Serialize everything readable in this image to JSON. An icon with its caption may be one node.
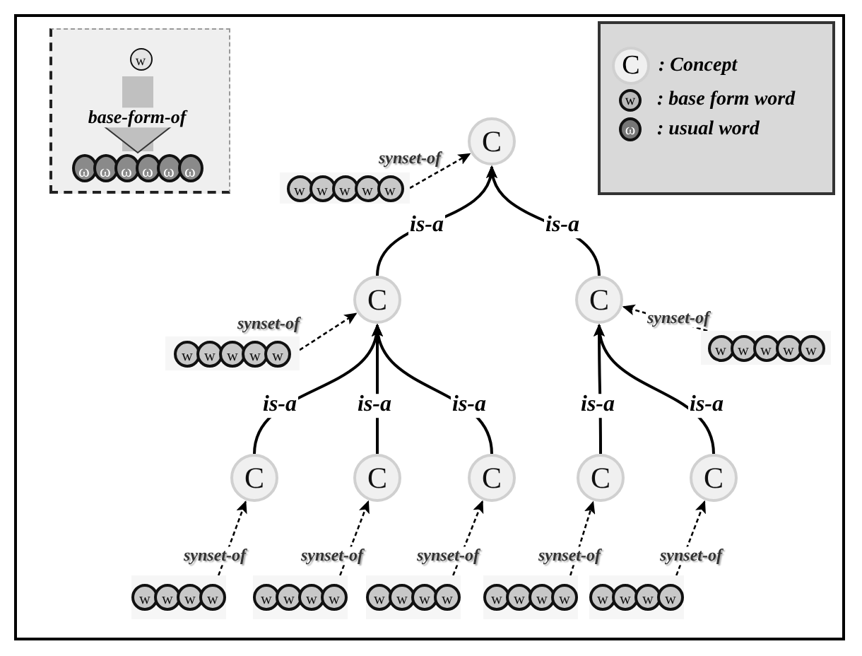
{
  "diagram": {
    "nodes": [
      {
        "text": [],
        "shape": "box"
      },
      {
        "text": [
          "w"
        ],
        "in": 0
      },
      {
        "text": [
          "ω",
          "ω",
          "ω",
          "ω",
          "ω",
          "ω"
        ],
        "in": 0
      },
      {
        "text": [
          "C"
        ]
      },
      {
        "text": [
          "w",
          "w",
          "w",
          "w",
          "w"
        ]
      },
      {
        "text": [
          "C"
        ]
      },
      {
        "text": [
          "w",
          "w",
          "w",
          "w",
          "w"
        ]
      },
      {
        "text": [
          "C"
        ]
      },
      {
        "text": [
          "w",
          "w",
          "w",
          "w",
          "w"
        ]
      },
      {
        "text": [
          "C"
        ]
      },
      {
        "text": [
          "w",
          "w",
          "w",
          "w"
        ]
      },
      {
        "text": [
          "C"
        ]
      },
      {
        "text": [
          "w",
          "w",
          "w",
          "w"
        ]
      },
      {
        "text": [
          "C"
        ]
      },
      {
        "text": [
          "w",
          "w",
          "w",
          "w"
        ]
      },
      {
        "text": [
          "C"
        ]
      },
      {
        "text": [
          "w",
          "w",
          "w",
          "w"
        ]
      },
      {
        "text": [
          "C"
        ]
      },
      {
        "text": [
          "w",
          "w",
          "w",
          "w"
        ]
      }
    ],
    "edges": [
      {
        "from": 1,
        "to": 2,
        "arrow": "to",
        "label": "base-form-of",
        "style": "thick",
        "color": "#c0c0c0"
      },
      {
        "from": 5,
        "to": 3,
        "arrow": "to",
        "label": "is-a"
      },
      {
        "from": 7,
        "to": 3,
        "arrow": "to",
        "label": "is-a"
      },
      {
        "from": 9,
        "to": 5,
        "arrow": "to",
        "label": "is-a"
      },
      {
        "from": 11,
        "to": 5,
        "arrow": "to",
        "label": "is-a"
      },
      {
        "from": 13,
        "to": 5,
        "arrow": "to",
        "label": "is-a"
      },
      {
        "from": 15,
        "to": 7,
        "arrow": "to",
        "label": "is-a"
      },
      {
        "from": 17,
        "to": 7,
        "arrow": "to",
        "label": "is-a"
      },
      {
        "from": 4,
        "to": 3,
        "arrow": "to",
        "label": "synset-of",
        "style": "dashed"
      },
      {
        "from": 6,
        "to": 5,
        "arrow": "to",
        "label": "synset-of",
        "style": "dashed"
      },
      {
        "from": 8,
        "to": 7,
        "arrow": "to",
        "label": "synset-of",
        "style": "dashed"
      },
      {
        "from": 10,
        "to": 9,
        "arrow": "to",
        "label": "synset-of",
        "style": "dashed"
      },
      {
        "from": 12,
        "to": 11,
        "arrow": "to",
        "label": "synset-of",
        "style": "dashed"
      },
      {
        "from": 14,
        "to": 13,
        "arrow": "to",
        "label": "synset-of",
        "style": "dashed"
      },
      {
        "from": 16,
        "to": 15,
        "arrow": "to",
        "label": "synset-of",
        "style": "dashed"
      },
      {
        "from": 18,
        "to": 17,
        "arrow": "to",
        "label": "synset-of",
        "style": "dashed"
      }
    ],
    "labels": [
      "C",
      "w",
      "ω"
    ],
    "legend": [
      {
        "text": ": Concept"
      },
      {
        "text": ": base form word"
      },
      {
        "text": ": usual word"
      }
    ]
  }
}
